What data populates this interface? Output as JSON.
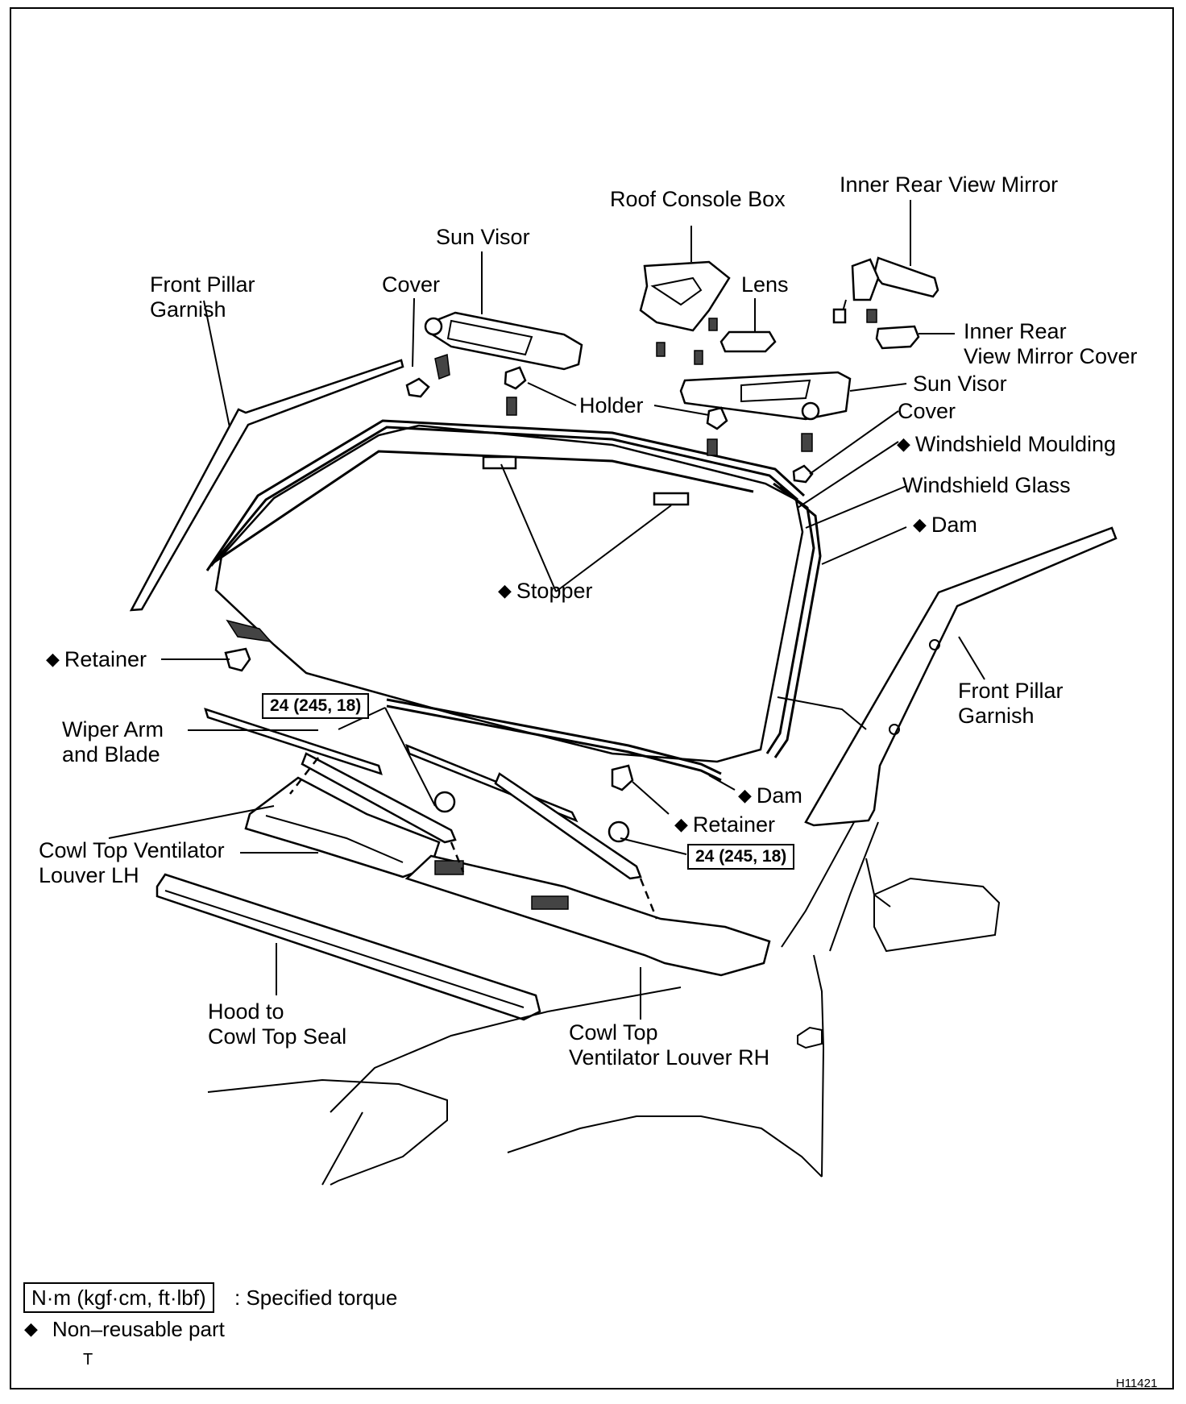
{
  "labels": {
    "inner_rear_view_mirror": "Inner Rear View Mirror",
    "roof_console_box": "Roof Console Box",
    "sun_visor_left": "Sun Visor",
    "front_pillar_garnish_left": "Front Pillar\nGarnish",
    "cover_left": "Cover",
    "lens": "Lens",
    "inner_rear_view_mirror_cover": "Inner Rear\nView Mirror Cover",
    "sun_visor_right": "Sun Visor",
    "holder": "Holder",
    "cover_right": "Cover",
    "windshield_moulding": "Windshield Moulding",
    "windshield_glass": "Windshield Glass",
    "dam_upper": "Dam",
    "stopper": "Stopper",
    "retainer_left": "Retainer",
    "front_pillar_garnish_right": "Front Pillar\nGarnish",
    "wiper_arm_and_blade": "Wiper Arm\nand Blade",
    "dam_lower": "Dam",
    "retainer_right": "Retainer",
    "cowl_top_ventilator_louver_lh": "Cowl Top Ventilator\nLouver LH",
    "hood_to_cowl_top_seal": "Hood to\nCowl Top Seal",
    "cowl_top_ventilator_louver_rh": "Cowl Top\nVentilator Louver RH"
  },
  "non_reusable_symbol": "◆",
  "torque": {
    "wiper_left": "24 (245, 18)",
    "wiper_right": "24 (245, 18)"
  },
  "legend": {
    "torque_units": "N·m (kgf·cm, ft·lbf)",
    "torque_text": ": Specified torque",
    "non_reusable_text": "Non–reusable part",
    "note": "T"
  },
  "figure_id": "H11421"
}
